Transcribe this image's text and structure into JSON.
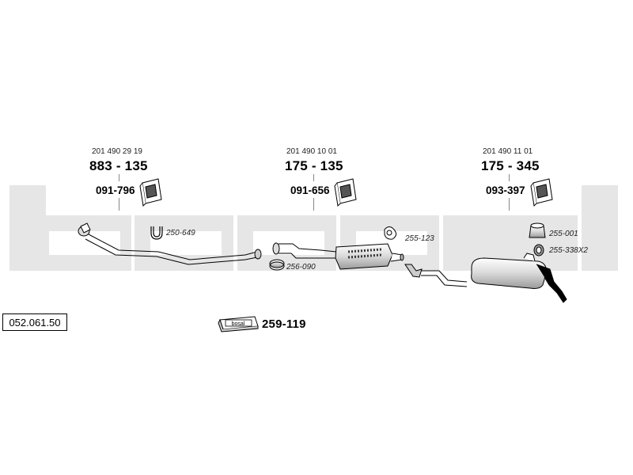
{
  "catalog_number": "052.061.50",
  "watermark_text": "bosal",
  "watermark_color": "#e6e6e6",
  "mountings": [
    {
      "oe_number": "201 490 29 19",
      "part_number": "883 - 135",
      "bracket_number": "091-796",
      "icon": "mounting-bracket-icon"
    },
    {
      "oe_number": "201 490 10 01",
      "part_number": "175 - 135",
      "bracket_number": "091-656",
      "icon": "mounting-bracket-icon"
    },
    {
      "oe_number": "201 490 11 01",
      "part_number": "175 - 345",
      "bracket_number": "093-397",
      "icon": "mounting-bracket-icon"
    }
  ],
  "accessories": {
    "clamp_u": "250-649",
    "gasket_ring": "256-090",
    "rubber_hanger": "255-123",
    "rubber_mount": "255-001",
    "rubber_ring": "255-338X2"
  },
  "kit": {
    "box_label": "bosal",
    "number": "259-119",
    "icon": "kit-box-icon"
  }
}
